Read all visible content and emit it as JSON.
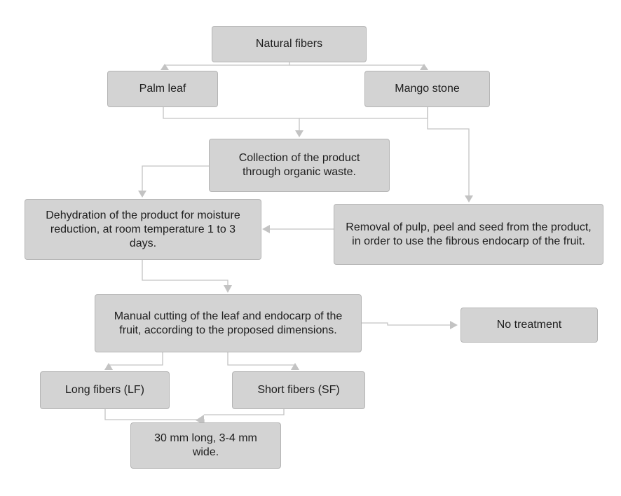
{
  "nodes": {
    "natural_fibers": "Natural fibers",
    "palm_leaf": "Palm leaf",
    "mango_stone": "Mango stone",
    "collection": "Collection of the product through organic waste.",
    "dehydration": "Dehydration of the product for moisture reduction, at room temperature 1 to 3 days.",
    "removal": "Removal of pulp, peel and seed from the product, in order to use the fibrous endocarp of the fruit.",
    "manual_cutting": "Manual cutting of the leaf and endocarp of the fruit, according to the proposed dimensions.",
    "no_treatment": "No treatment",
    "long_fibers": "Long fibers (LF)",
    "short_fibers": "Short fibers (SF)",
    "dimensions": "30 mm long, 3-4 mm wide."
  },
  "connector_color": "#c3c3c3",
  "box_color": "#d3d3d3"
}
